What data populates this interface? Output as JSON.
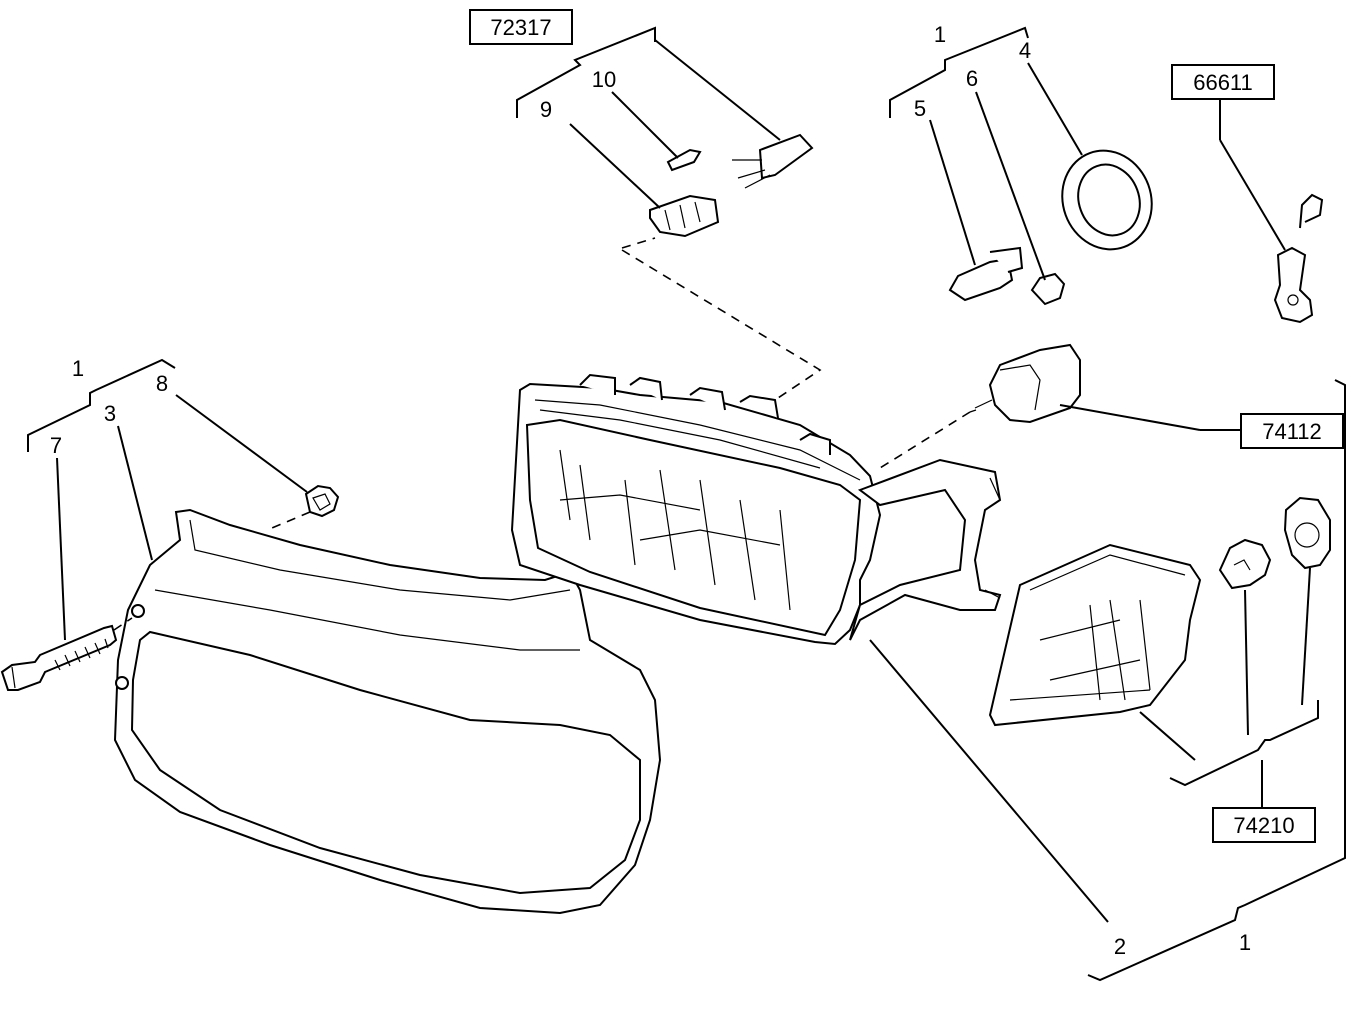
{
  "callouts": {
    "c1_top": "1",
    "c1_left": "1",
    "c1_bottom": "1",
    "c2": "2",
    "c3": "3",
    "c4": "4",
    "c5": "5",
    "c6": "6",
    "c7": "7",
    "c8": "8",
    "c9": "9",
    "c10": "10"
  },
  "references": {
    "r72317": "72317",
    "r66611": "66611",
    "r74112": "74112",
    "r74210": "74210"
  }
}
